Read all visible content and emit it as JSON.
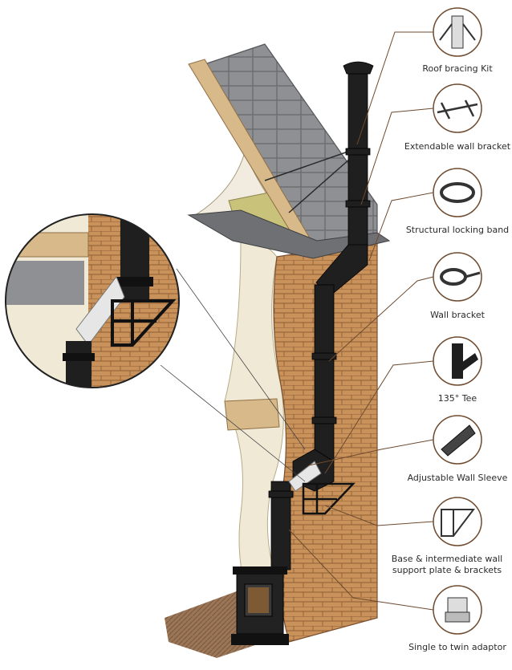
{
  "parts": [
    {
      "id": "roof-bracing-kit",
      "label": "Roof bracing Kit"
    },
    {
      "id": "extendable-wall-bracket",
      "label": "Extendable wall bracket"
    },
    {
      "id": "structural-locking-band",
      "label": "Structural locking band"
    },
    {
      "id": "wall-bracket",
      "label": "Wall bracket"
    },
    {
      "id": "tee-135",
      "label": "135° Tee"
    },
    {
      "id": "adjustable-wall-sleeve",
      "label": "Adjustable Wall Sleeve"
    },
    {
      "id": "support-plate-brackets",
      "label_line1": "Base & intermediate wall",
      "label_line2": "support plate & brackets"
    },
    {
      "id": "single-to-twin-adaptor",
      "label": "Single to twin adaptor"
    }
  ],
  "colors": {
    "pipe": "#1f1f1f",
    "brick": "#c9925a",
    "brick_dark": "#9a6a3e",
    "plaster": "#efe9d6",
    "slate": "#8f9094",
    "timber": "#d8b98a",
    "insulation": "#c9c27a",
    "floor": "#7a5030",
    "leader": "#6e4a2e"
  },
  "icons": [
    "roof-bracing-icon",
    "extendable-bracket-icon",
    "locking-band-icon",
    "wall-bracket-icon",
    "tee-icon",
    "wall-sleeve-icon",
    "support-plate-icon",
    "adaptor-icon"
  ]
}
